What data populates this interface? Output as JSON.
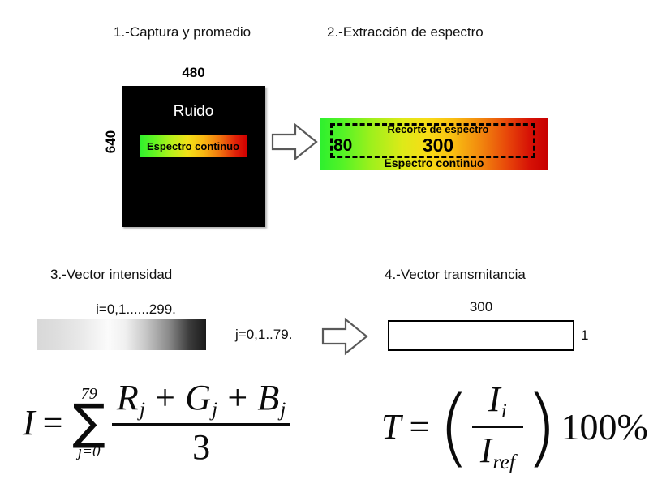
{
  "steps": {
    "step1_title": "1.-Captura y promedio",
    "step2_title": "2.-Extracción de espectro",
    "step3_title": "3.-Vector intensidad",
    "step4_title": "4.-Vector transmitancia"
  },
  "camera_panel": {
    "width_label": "480",
    "height_label": "640",
    "noise_label": "Ruido",
    "spectrum_label": "Espectro continuo",
    "background_color": "#000000"
  },
  "spectrum_panel": {
    "crop_title": "Recorte de espectro",
    "crop_start": "80",
    "crop_width": "300",
    "caption": "Espectro continuo",
    "gradient_start_color": "#2ef02e",
    "gradient_mid_color": "#f7dc16",
    "gradient_end_color": "#c80000"
  },
  "intensity_panel": {
    "index_label": "i=0,1......299.",
    "row_label": "j=0,1..79.",
    "gradient_start_color": "#d8d8d8",
    "gradient_mid_color": "#fbfbfb",
    "gradient_end_color": "#1a1a1a"
  },
  "transmittance_panel": {
    "width_label": "300",
    "height_label": "1",
    "box_border_color": "#000000"
  },
  "formulas": {
    "intensity": {
      "lhs": "I",
      "equals": "=",
      "sum_upper": "79",
      "sum_symbol": "∑",
      "sum_lower": "j=0",
      "numerator_r": "R",
      "numerator_r_sub": "j",
      "plus1": "+",
      "numerator_g": "G",
      "numerator_g_sub": "j",
      "plus2": "+",
      "numerator_b": "B",
      "numerator_b_sub": "j",
      "denominator": "3"
    },
    "transmittance": {
      "lhs": "T",
      "equals": "=",
      "paren_left": "(",
      "numerator": "I",
      "numerator_sub": "i",
      "denominator": "I",
      "denominator_sub": "ref",
      "paren_right": ")",
      "multiplier": "100%"
    }
  },
  "arrows": {
    "arrow1_name": "right-block-arrow",
    "arrow2_name": "right-block-arrow",
    "outline_color": "#595959",
    "fill_color": "#ffffff"
  }
}
